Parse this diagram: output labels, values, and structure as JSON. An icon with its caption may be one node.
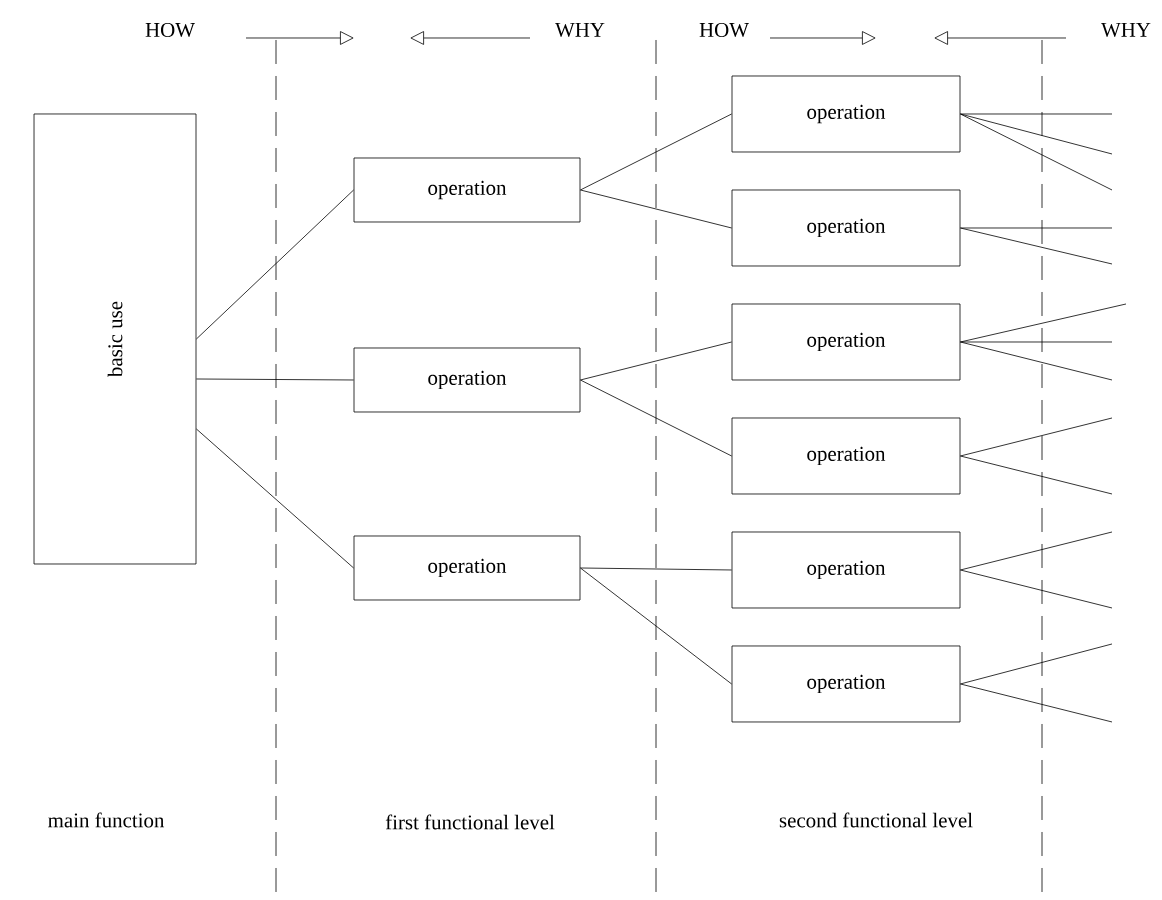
{
  "diagram": {
    "nodes": [
      {
        "text": [
          "basic use"
        ]
      },
      {
        "text": [
          "operation"
        ]
      },
      {
        "text": [
          "operation"
        ]
      },
      {
        "text": [
          "operation"
        ]
      },
      {
        "text": [
          "operation"
        ]
      },
      {
        "text": [
          "operation"
        ]
      },
      {
        "text": [
          "operation"
        ]
      },
      {
        "text": [
          "operation"
        ]
      },
      {
        "text": [
          "operation"
        ]
      },
      {
        "text": [
          "operation"
        ]
      }
    ],
    "edges": [
      {
        "from": 0,
        "to": 1,
        "arrow": "none"
      },
      {
        "from": 0,
        "to": 2,
        "arrow": "none"
      },
      {
        "from": 0,
        "to": 3,
        "arrow": "none"
      },
      {
        "from": 1,
        "to": 4,
        "arrow": "none"
      },
      {
        "from": 1,
        "to": 5,
        "arrow": "none"
      },
      {
        "from": 2,
        "to": 6,
        "arrow": "none"
      },
      {
        "from": 2,
        "to": 7,
        "arrow": "none"
      },
      {
        "from": 3,
        "to": 8,
        "arrow": "none"
      },
      {
        "from": 3,
        "to": 9,
        "arrow": "none"
      },
      {
        "from": 4,
        "to": null,
        "arrow": "none"
      },
      {
        "from": 4,
        "to": null,
        "arrow": "none"
      },
      {
        "from": 4,
        "to": null,
        "arrow": "none"
      },
      {
        "from": 5,
        "to": null,
        "arrow": "none"
      },
      {
        "from": 5,
        "to": null,
        "arrow": "none"
      },
      {
        "from": 6,
        "to": null,
        "arrow": "none"
      },
      {
        "from": 6,
        "to": null,
        "arrow": "none"
      },
      {
        "from": 6,
        "to": null,
        "arrow": "none"
      },
      {
        "from": 7,
        "to": null,
        "arrow": "none"
      },
      {
        "from": 7,
        "to": null,
        "arrow": "none"
      },
      {
        "from": 8,
        "to": null,
        "arrow": "none"
      },
      {
        "from": 8,
        "to": null,
        "arrow": "none"
      },
      {
        "from": 9,
        "to": null,
        "arrow": "none"
      },
      {
        "from": 9,
        "to": null,
        "arrow": "none"
      }
    ],
    "labels": [
      "HOW",
      "WHY",
      "HOW",
      "WHY",
      "main function",
      "first functional level",
      "second functional level"
    ]
  }
}
